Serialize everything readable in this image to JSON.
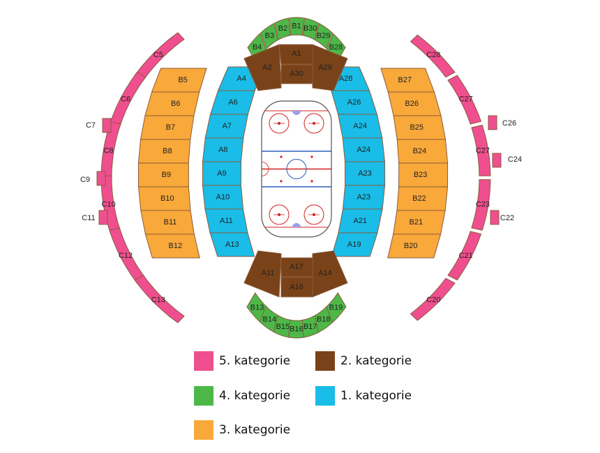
{
  "colors": {
    "cat1": "#19bde8",
    "cat2": "#7a4218",
    "cat3": "#f9a83a",
    "cat4": "#4db848",
    "cat5": "#ef4f8f",
    "ice": "#ffffff",
    "rink_line_red": "#d42020",
    "rink_line_blue": "#2b5fb8"
  },
  "legend": [
    {
      "label": "5. kategorie",
      "color_key": "cat5"
    },
    {
      "label": "2. kategorie",
      "color_key": "cat2"
    },
    {
      "label": "4. kategorie",
      "color_key": "cat4"
    },
    {
      "label": "1. kategorie",
      "color_key": "cat1"
    },
    {
      "label": "3. kategorie",
      "color_key": "cat3"
    }
  ],
  "sections": {
    "A_left": [
      "A4",
      "A6",
      "A7",
      "A8",
      "A9",
      "A10",
      "A11",
      "A13"
    ],
    "A_right": [
      "A28",
      "A26",
      "A24",
      "A24",
      "A23",
      "A23",
      "A21",
      "A19"
    ],
    "A_top": [
      "A2",
      "A1",
      "A30",
      "A29"
    ],
    "A_bottom": [
      "A11",
      "A17",
      "A16",
      "A14"
    ],
    "B_left": [
      "B5",
      "B6",
      "B7",
      "B8",
      "B9",
      "B10",
      "B11",
      "B12"
    ],
    "B_right": [
      "B27",
      "B26",
      "B25",
      "B24",
      "B23",
      "B22",
      "B21",
      "B20"
    ],
    "B_top": [
      "B4",
      "B3",
      "B2",
      "B1",
      "B30",
      "B29",
      "B28"
    ],
    "B_bottom": [
      "B13",
      "B14",
      "B15",
      "B16",
      "B17",
      "B18",
      "B19"
    ],
    "C_left_inside": [
      "C5",
      "C6",
      "C8",
      "C10",
      "C12",
      "C13"
    ],
    "C_left_outside": [
      "C7",
      "C9",
      "C11"
    ],
    "C_right_inside": [
      "C28",
      "C27",
      "C27",
      "C23",
      "C21",
      "C20"
    ],
    "C_right_outside": [
      "C26",
      "C24",
      "C22"
    ]
  }
}
